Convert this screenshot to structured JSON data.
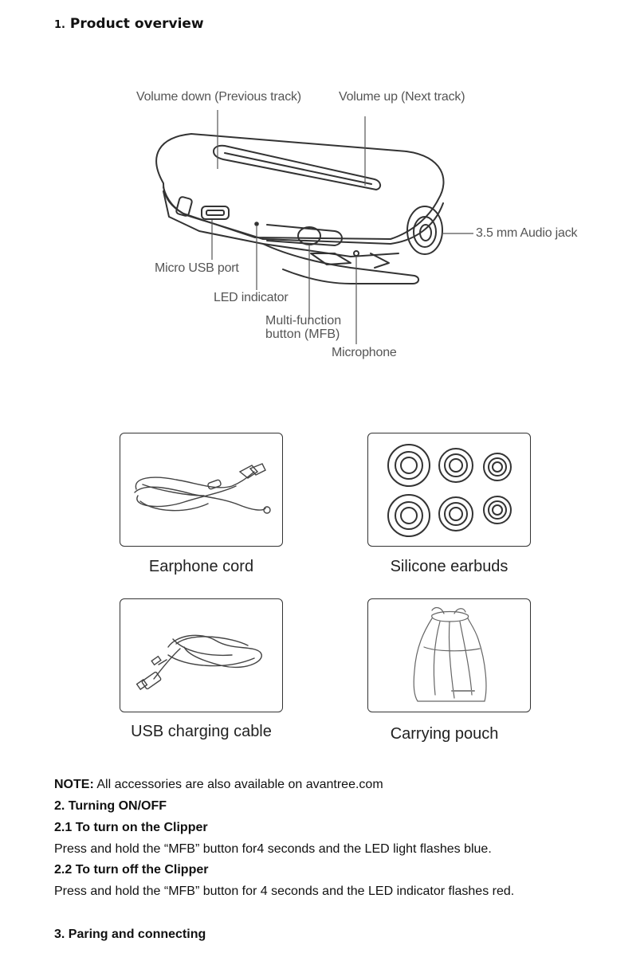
{
  "section1": {
    "number": "1.",
    "title": "Product overview"
  },
  "callouts": {
    "volume_down": "Volume down (Previous track)",
    "volume_up": "Volume up (Next track)",
    "audio_jack": "3.5 mm Audio jack",
    "micro_usb": "Micro USB port",
    "led": "LED indicator",
    "mfb_line1": "Multi-function",
    "mfb_line2": "button (MFB)",
    "microphone": "Microphone"
  },
  "accessories": [
    {
      "caption": "Earphone cord"
    },
    {
      "caption": "Silicone earbuds"
    },
    {
      "caption": "USB charging cable"
    },
    {
      "caption": "Carrying pouch"
    }
  ],
  "note": {
    "label": "NOTE:",
    "text": " All accessories are also available on avantree.com"
  },
  "section2": {
    "title": "2. Turning ON/OFF",
    "sub1_title": "2.1 To turn on the Clipper",
    "sub1_text": "Press and hold the “MFB” button for4 seconds and the LED light flashes blue.",
    "sub2_title": "2.2 To turn off the Clipper",
    "sub2_text": "Press and hold the “MFB” button for 4 seconds and the LED indicator flashes red."
  },
  "section3": {
    "title": "3. Paring and connecting"
  }
}
